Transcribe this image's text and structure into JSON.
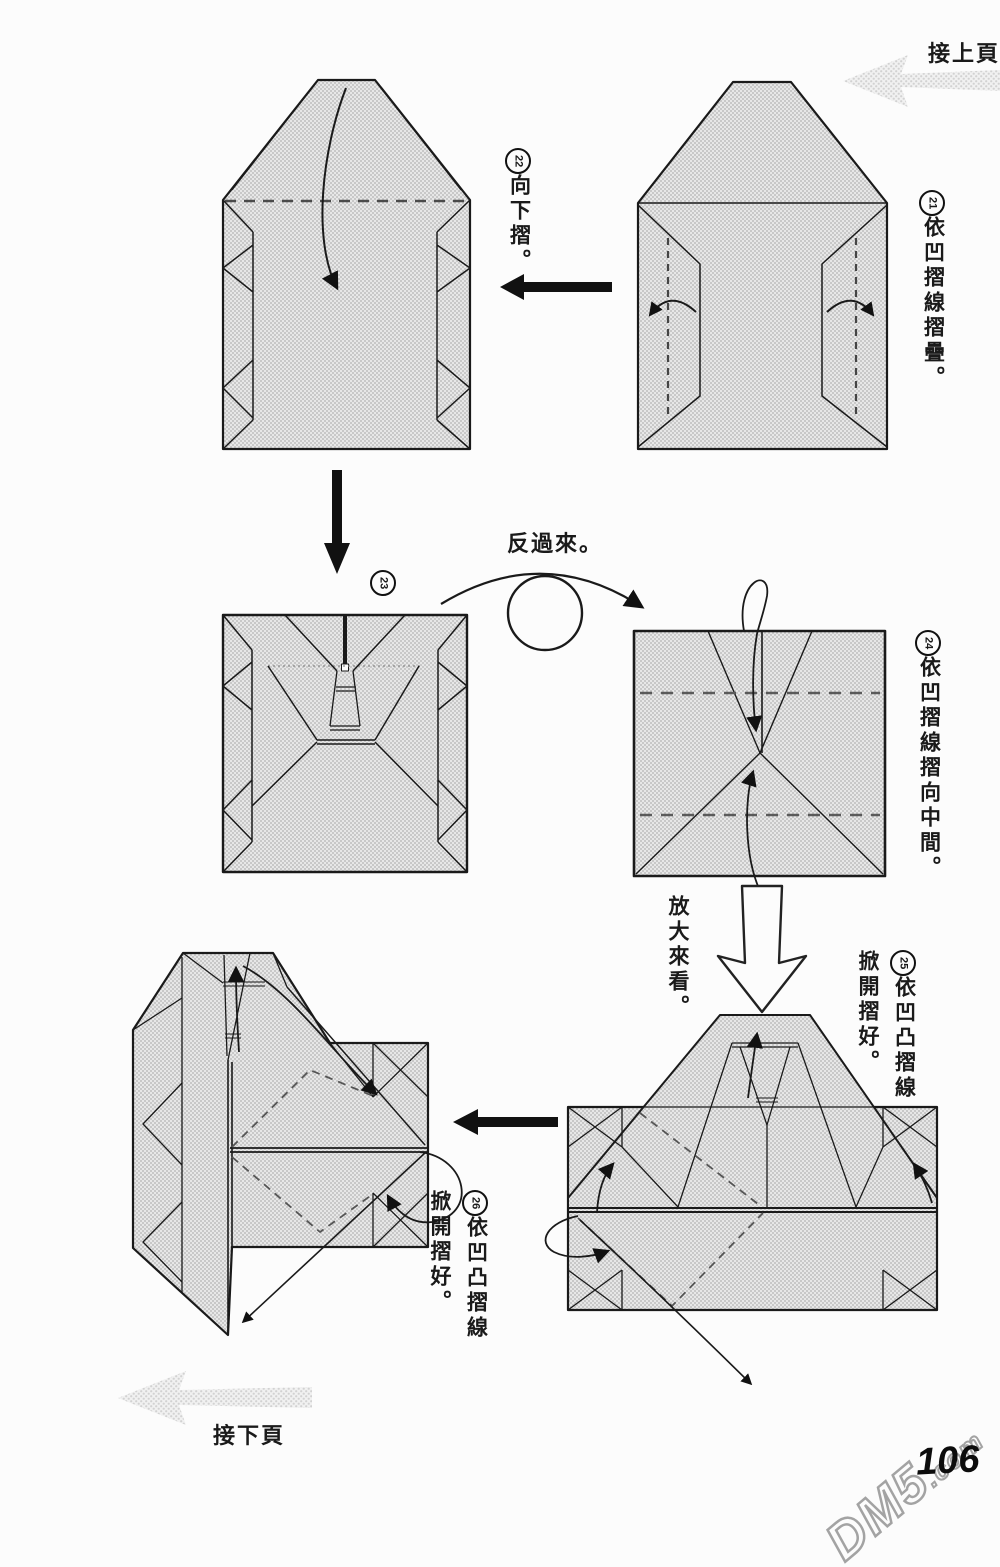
{
  "header": {
    "continue_prev": "接上頁"
  },
  "labels": {
    "turn_over": "反過來。",
    "zoom_in": "放大來看。"
  },
  "steps": {
    "s21": {
      "num": "21",
      "text": "依凹摺線摺疊。"
    },
    "s22": {
      "num": "22",
      "text": "向下摺。"
    },
    "s23": {
      "num": "23"
    },
    "s24": {
      "num": "24",
      "text": "依凹摺線摺向中間。"
    },
    "s25": {
      "num": "25",
      "line1": "依凹凸摺線",
      "line2": "掀開摺好。"
    },
    "s26": {
      "num": "26",
      "line1": "依凹凸摺線",
      "line2": "掀開摺好。"
    }
  },
  "footer": {
    "continue_next": "接下頁",
    "page_number": "106",
    "watermark_big": "DM5",
    "watermark_small": ".com"
  }
}
